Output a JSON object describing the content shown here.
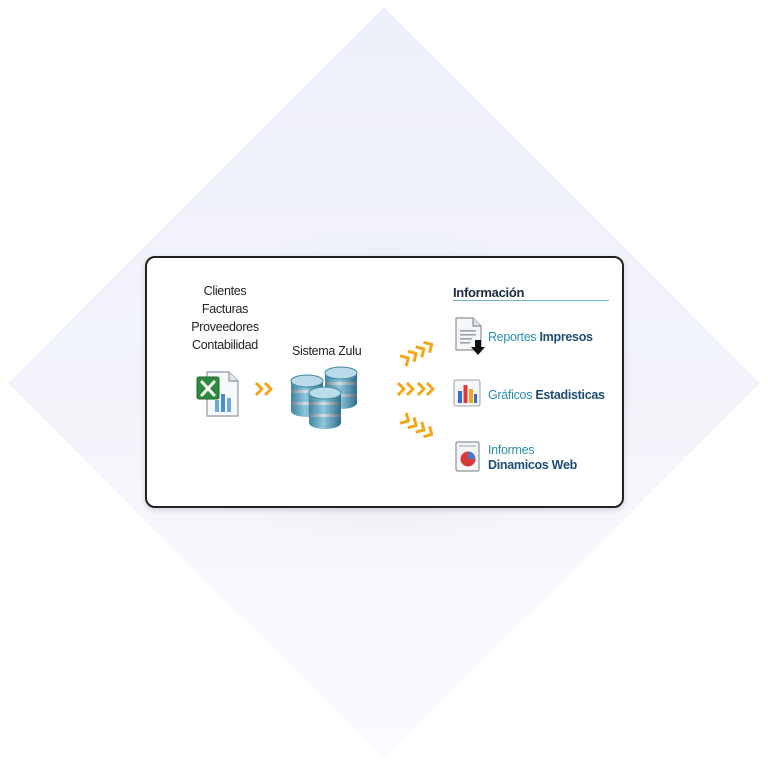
{
  "diagram": {
    "sources": [
      "Clientes",
      "Facturas",
      "Proveedores",
      "Contabilidad"
    ],
    "system_label": "Sistema Zulu",
    "info_title": "Información",
    "outputs": [
      {
        "label_regular": "Reportes ",
        "label_bold": "Impresos",
        "icon": "document-download-icon"
      },
      {
        "label_regular": "Gráficos ",
        "label_bold": "Estadisticas",
        "icon": "bar-chart-icon"
      },
      {
        "label_regular": "Informes",
        "label_bold": "Dinamicos Web",
        "icon": "web-report-icon"
      }
    ]
  },
  "colors": {
    "arrow": "#f2a71b",
    "accent_text": "#2a90a8",
    "bold_text": "#1e4e73",
    "divider": "#6db8c2",
    "database": "#5d9fb8",
    "excel": "#2e8b3e"
  }
}
